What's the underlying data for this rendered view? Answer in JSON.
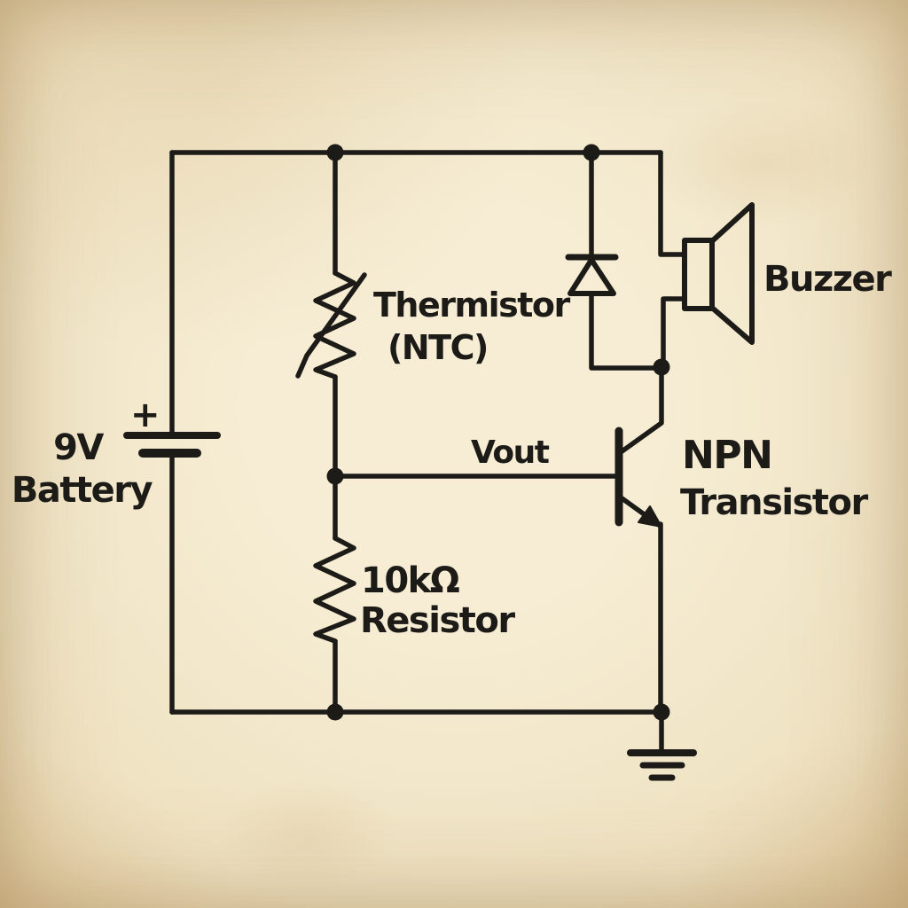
{
  "diagram": {
    "kind": "hand-drawn temperature-alarm circuit schematic on aged paper",
    "colors": {
      "paper": "#f2e6c9",
      "ink": "#1d1b18"
    },
    "battery": {
      "value": "9V",
      "name": "Battery",
      "polarity": "+"
    },
    "thermistor": {
      "name": "Thermistor",
      "type": "(NTC)"
    },
    "resistor": {
      "value": "10kΩ",
      "name": "Resistor"
    },
    "transistor": {
      "type": "NPN",
      "name": "Transistor"
    },
    "buzzer": {
      "name": "Buzzer"
    },
    "net": {
      "vout": "Vout"
    }
  }
}
